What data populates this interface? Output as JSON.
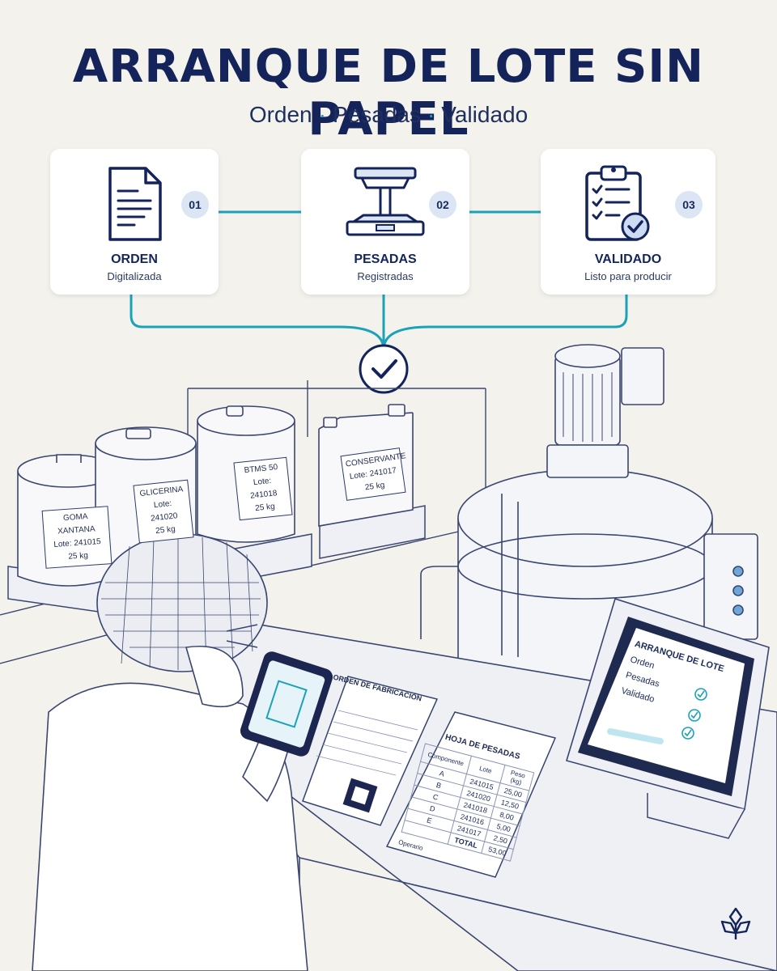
{
  "header": {
    "title": "ARRANQUE DE LOTE SIN PAPEL",
    "subtitle_items": [
      "Orden",
      "Pesadas",
      "Validado"
    ]
  },
  "steps": [
    {
      "number": "01",
      "label": "ORDEN",
      "sublabel": "Digitalizada",
      "icon": "document-icon"
    },
    {
      "number": "02",
      "label": "PESADAS",
      "sublabel": "Registradas",
      "icon": "scale-icon"
    },
    {
      "number": "03",
      "label": "VALIDADO",
      "sublabel": "Listo para producir",
      "icon": "clipboard-check-icon"
    }
  ],
  "drums": [
    {
      "name": "GOMA XANTANA",
      "lot": "Lote: 241015",
      "weight": "25 kg"
    },
    {
      "name": "GLICERINA",
      "lot": "Lote: 241020",
      "weight": "25 kg"
    },
    {
      "name": "BTMS 50",
      "lot": "Lote: 241018",
      "weight": "25 kg"
    },
    {
      "name": "CONSERVANTE",
      "lot": "Lote: 241017",
      "weight": "25 kg"
    }
  ],
  "order_sheet": {
    "title": "ORDEN DE FABRICACIÓN"
  },
  "weights_sheet": {
    "title": "HOJA DE PESADAS",
    "headers": [
      "Componente",
      "Lote",
      "Peso (kg)"
    ],
    "rows": [
      [
        "A",
        "241015",
        "25,00"
      ],
      [
        "B",
        "241020",
        "12,50"
      ],
      [
        "C",
        "241018",
        "8,00"
      ],
      [
        "D",
        "241016",
        "5,00"
      ],
      [
        "E",
        "241017",
        "2,50"
      ]
    ],
    "total_label": "TOTAL",
    "total_value": "53,00",
    "operator_label": "Operario"
  },
  "terminal": {
    "title": "ARRANQUE DE LOTE",
    "items": [
      "Orden",
      "Pesadas",
      "Validado"
    ]
  },
  "colors": {
    "navy": "#14245a",
    "teal": "#1aa3b8",
    "background": "#f4f2ec",
    "badge": "#dce5f3"
  }
}
